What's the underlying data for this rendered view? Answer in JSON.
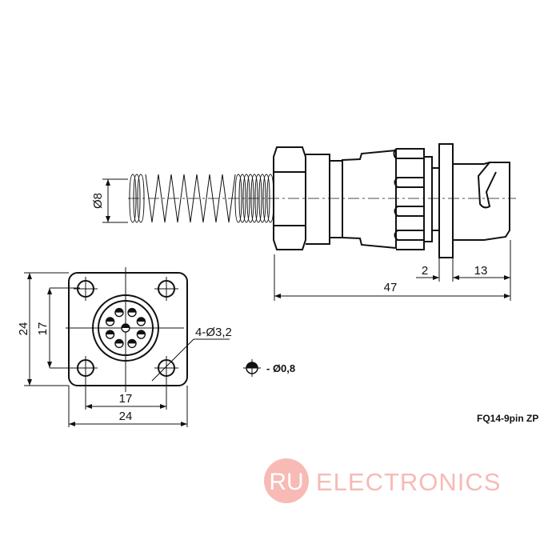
{
  "side_view": {
    "diameter_label": "Ø8",
    "dim_total": "47",
    "dim_flange": "2",
    "dim_tail": "13"
  },
  "front_view": {
    "dim_outer_h": "24",
    "dim_inner_h": "17",
    "dim_inner_w": "17",
    "dim_outer_w": "24",
    "hole_label": "4-Ø3,2"
  },
  "pin_legend": {
    "label": "- Ø0,8"
  },
  "model_label": "FQ14-9pin ZP",
  "logo": {
    "badge": "RU",
    "text": "ELECTRONICS",
    "color": "#f7b3ad"
  }
}
